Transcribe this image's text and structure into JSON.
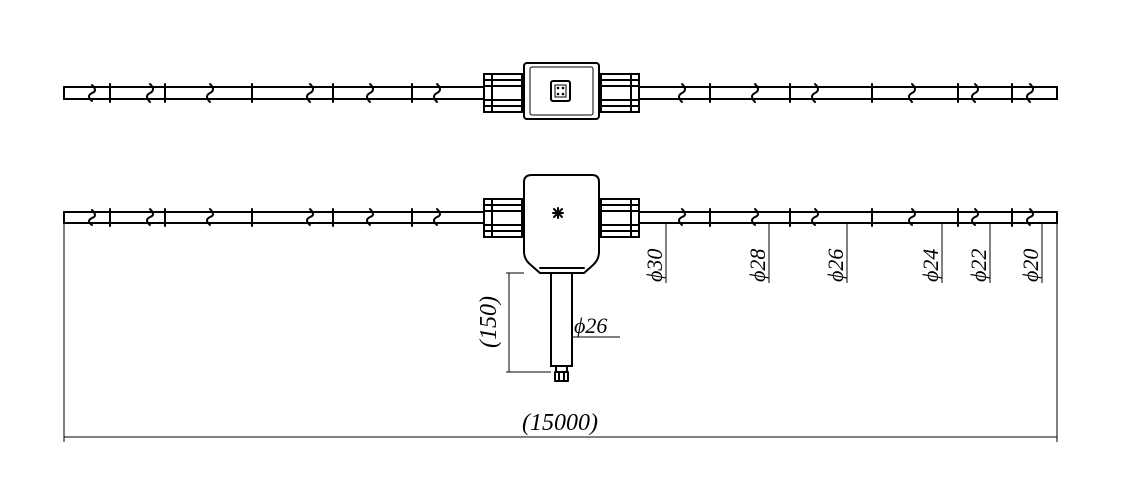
{
  "drawing": {
    "total_length_label": "(15000)",
    "probe_length_label": "(150)",
    "probe_diameter_label": "ϕ26",
    "rod_diameters": [
      "ϕ30",
      "ϕ28",
      "ϕ26",
      "ϕ24",
      "ϕ22",
      "ϕ20"
    ]
  },
  "colors": {
    "line": "#000000",
    "background": "#ffffff"
  }
}
